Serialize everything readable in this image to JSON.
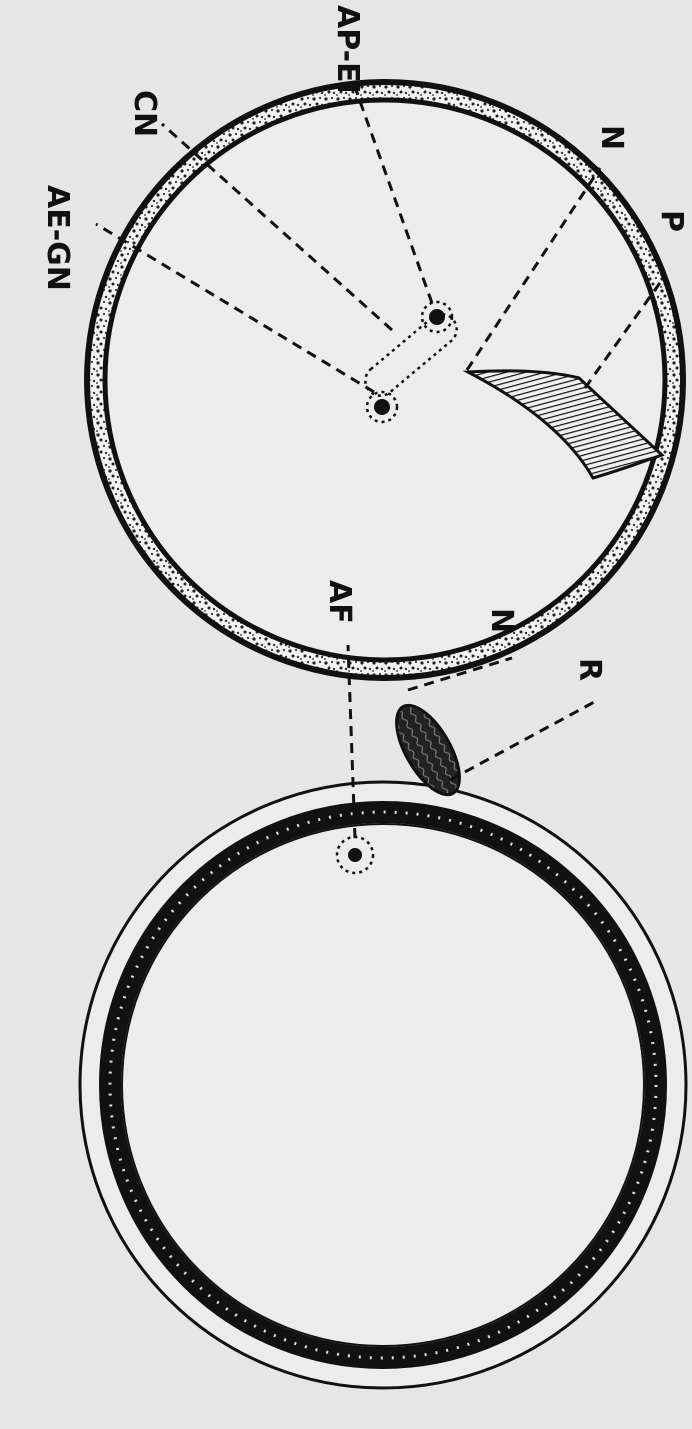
{
  "top_figure": {
    "labels": {
      "ae": "AE-GN",
      "cn": "CN",
      "ap": "AP-EI",
      "n": "N",
      "p": "P"
    }
  },
  "bottom_figure": {
    "labels": {
      "af": "AF",
      "n": "N",
      "r": "R"
    }
  },
  "colors": {
    "background": "#e6e6e6",
    "ink": "#111111"
  }
}
